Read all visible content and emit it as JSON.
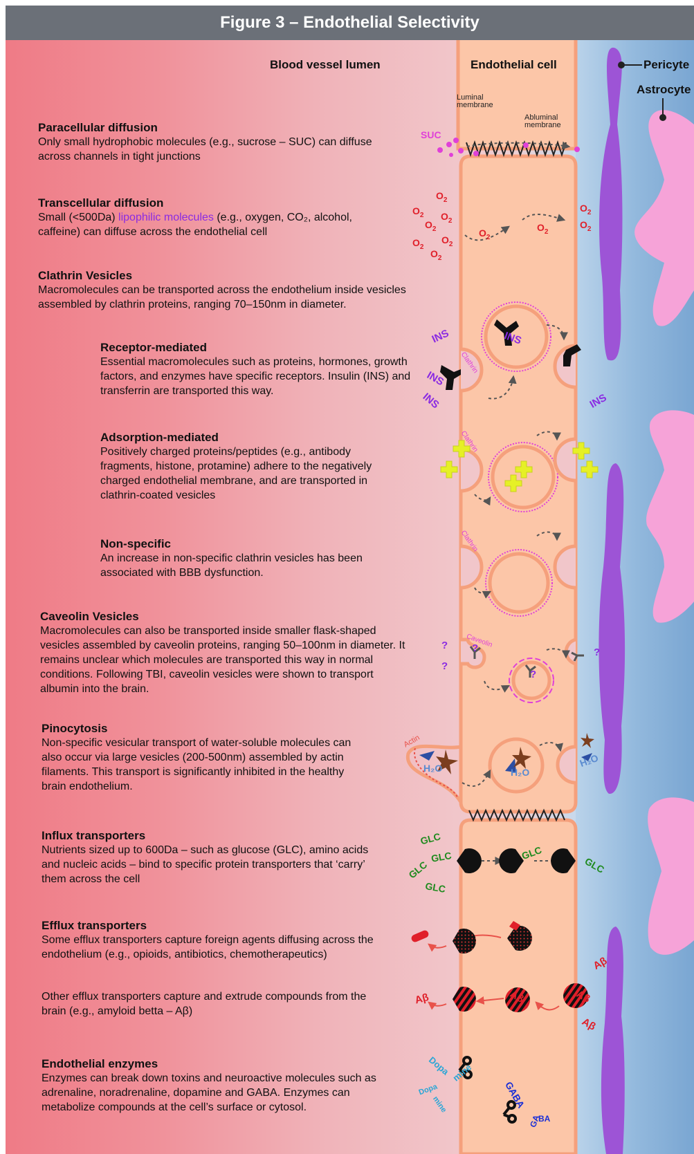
{
  "title": "Figure 3 – Endothelial Selectivity",
  "headers": {
    "lumen": "Blood vessel lumen",
    "cell": "Endothelial cell",
    "pericyte": "Pericyte",
    "astrocyte": "Astrocyte"
  },
  "membranes": {
    "luminal": "Luminal\nmembrane",
    "abluminal": "Abluminal\nmembrane"
  },
  "sections": [
    {
      "title": "Paracellular diffusion",
      "body": "Only small hydrophobic molecules (e.g., sucrose – SUC) can diffuse across channels in tight junctions"
    },
    {
      "title": "Transcellular diffusion",
      "body_pre": "Small (<500Da) ",
      "body_highlight": "lipophilic molecules",
      "body_post": " (e.g., oxygen, CO₂, alcohol, caffeine) can diffuse across the endothelial cell"
    },
    {
      "title": "Clathrin Vesicles",
      "body": "Macromolecules can be transported across the endothelium inside vesicles assembled by clathrin proteins, ranging 70–150nm in diameter."
    },
    {
      "title": "Receptor-mediated",
      "body": "Essential macromolecules such as proteins, hormones, growth factors, and enzymes have specific receptors. Insulin (INS) and transferrin are transported this way."
    },
    {
      "title": "Adsorption-mediated",
      "body": "Positively charged proteins/peptides (e.g., antibody fragments, histone, protamine) adhere to the negatively charged endothelial membrane, and are transported in clathrin-coated vesicles"
    },
    {
      "title": "Non-specific",
      "body": "An increase in non-specific clathrin vesicles has been associated with BBB dysfunction."
    },
    {
      "title": "Caveolin Vesicles",
      "body": "Macromolecules can also be transported inside smaller flask-shaped vesicles assembled by caveolin proteins, ranging 50–100nm in diameter. It remains unclear which molecules are transported this way in normal conditions. Following TBI, caveolin vesicles were shown to transport albumin into the brain."
    },
    {
      "title": "Pinocytosis",
      "body": "Non-specific vesicular transport of water-soluble molecules can also occur via large vesicles (200-500nm) assembled by actin filaments. This transport is significantly inhibited in the healthy brain endothelium."
    },
    {
      "title": "Influx transporters",
      "body": "Nutrients sized up to 600Da – such as glucose (GLC), amino acids and nucleic acids – bind to specific protein transporters that ‘carry’ them across the cell"
    },
    {
      "title": "Efflux transporters",
      "body": "Some efflux transporters capture foreign agents diffusing across the endothelium (e.g., opioids, antibiotics, chemotherapeutics)"
    },
    {
      "title": "",
      "body": "Other efflux transporters capture and extrude compounds from the brain (e.g., amyloid betta – Aβ)"
    },
    {
      "title": "Endothelial enzymes",
      "body": "Enzymes can break down toxins and neuroactive molecules such as adrenaline, noradrenaline, dopamine and GABA. Enzymes can metabolize compounds at the cell’s surface or cytosol."
    }
  ],
  "diagram_labels": {
    "suc": "SUC",
    "o2": "O",
    "o2_sub": "2",
    "ins": "INS",
    "clathrin": "Clathrin",
    "caveolin": "Caveolin",
    "actin": "Actin",
    "question": "?",
    "h2o": "H₂O",
    "glc": "GLC",
    "abeta": "Aβ",
    "dopa": "Dopa",
    "mine": "mine",
    "gaba": "GABA",
    "ba": "BA",
    "ga": "GA"
  },
  "colors": {
    "title_bg": "#6b7078",
    "cell": "#fcc6a8",
    "cell_border": "#f5a07c",
    "pericyte": "#9d54d6",
    "astrocyte": "#f6a3d8",
    "clathrin": "#e040d8",
    "ins": "#8a2be2",
    "o2": "#e0202a",
    "glc": "#1e8a1e",
    "abeta": "#e0202a",
    "h2o": "#5b8bd0",
    "cross": "#e6f026",
    "dopa": "#2aa6d6",
    "gaba": "#1a2fd6"
  }
}
